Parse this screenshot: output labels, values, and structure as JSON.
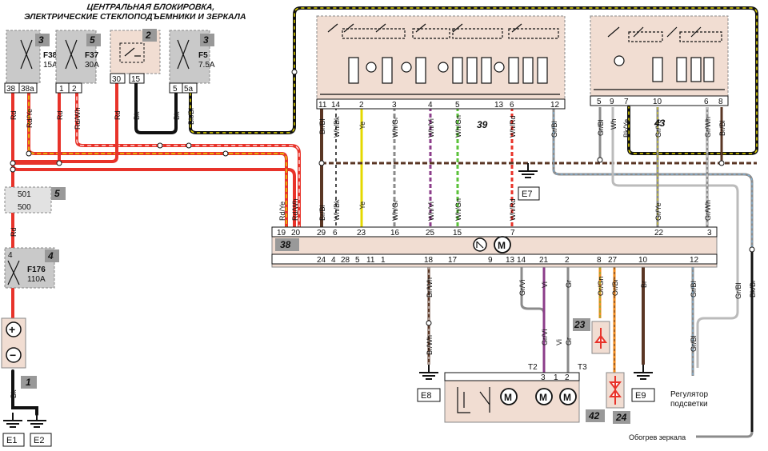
{
  "title": {
    "line1": "ЦЕНТРАЛЬНАЯ БЛОКИРОВКА,",
    "line2": "ЭЛЕКТРИЧЕСКИЕ СТЕКЛОПОДЪЕМНИКИ И ЗЕРКАЛА"
  },
  "fuses": {
    "f38": {
      "num": "3",
      "name": "F38",
      "rating": "15A",
      "pins": [
        "38",
        "38a"
      ]
    },
    "f37": {
      "num": "5",
      "name": "F37",
      "rating": "30A",
      "pins": [
        "1",
        "2"
      ]
    },
    "relay2": {
      "num": "2",
      "pins": [
        "30",
        "15"
      ]
    },
    "f5": {
      "num": "3",
      "name": "F5",
      "rating": "7.5A",
      "pins": [
        "5",
        "5a"
      ]
    },
    "block5": {
      "num": "5",
      "pins": [
        "501",
        "500"
      ]
    },
    "f176": {
      "num": "4",
      "name": "F176",
      "rating": "110A",
      "pin": "4"
    }
  },
  "battery": {
    "num": "1",
    "plus": "+",
    "minus": "−"
  },
  "left_wires": [
    "Rd",
    "Rd/Ye",
    "Rd",
    "Rd/Wh",
    "Rd",
    "Bk",
    "Bk",
    "Bk/Bl",
    "Rd/Ye",
    "Rd/Wh",
    "Rd",
    "Bk"
  ],
  "grounds": [
    "E1",
    "E2",
    "E7",
    "E8",
    "E9"
  ],
  "module39": {
    "num": "39",
    "pins": [
      "11",
      "14",
      "2",
      "3",
      "4",
      "5",
      "13",
      "6",
      "12"
    ],
    "wires": [
      "Br/Bl",
      "Wh/Bk",
      "Ye",
      "Wh/Gr",
      "Wh/Vi",
      "Wh/Gn",
      "Wh/Rd",
      "Gr/Bl"
    ]
  },
  "module43": {
    "num": "43",
    "pins": [
      "5",
      "9",
      "7",
      "10",
      "6",
      "8"
    ],
    "wires": [
      "Gr/Bl",
      "Wh",
      "Bk/Ye",
      "Gr/Ye",
      "Gr/Wh",
      "Br/Bl"
    ]
  },
  "mid_wires": [
    "Br/Bl",
    "Wh/Bk",
    "Ye",
    "Wh/Gr",
    "Wh/Vi",
    "Wh/Gn",
    "Wh/Rd",
    "Gr/Ye",
    "Gr/Wh"
  ],
  "module38": {
    "num": "38",
    "top_pins": [
      "19",
      "20",
      "29",
      "6",
      "23",
      "16",
      "25",
      "15",
      "7",
      "22",
      "3"
    ],
    "bottom_pins": [
      "24",
      "4",
      "28",
      "5",
      "11",
      "1",
      "18",
      "17",
      "9",
      "13",
      "14",
      "21",
      "2",
      "8",
      "27",
      "10",
      "12"
    ],
    "motor_label": "M"
  },
  "bottom_wires": [
    "Br/Wh",
    "Br/Wh",
    "Gr/Vi",
    "Vi",
    "Gr",
    "Gr/Vi",
    "Vi",
    "Gr",
    "Or/Gn",
    "Or/Br",
    "Br",
    "Gr/Bl",
    "Gr/Bl",
    "Gr/Bl",
    "Bk/Br"
  ],
  "component42": {
    "num": "42",
    "pins": [
      "T2",
      "T3",
      "3",
      "1",
      "2"
    ],
    "motor_label": "M"
  },
  "component23": {
    "num": "23"
  },
  "component24": {
    "num": "24"
  },
  "labels": {
    "regulator_line1": "Регулятор",
    "regulator_line2": "подсветки",
    "mirror_heating": "Обогрев зеркала"
  },
  "colors": {
    "red": "#e8332a",
    "black": "#111111",
    "box_fill": "#f1ddd2",
    "fuse_fill": "#c9c9c9",
    "grey_wire": "#8b8b8b",
    "blue_wire": "#7fb4dc",
    "brown_wire": "#5a3624",
    "yellow_wire": "#e5d800",
    "violet_wire": "#8c3d8a",
    "green_wire": "#5bc23a",
    "orange_wire": "#f08b1e"
  }
}
